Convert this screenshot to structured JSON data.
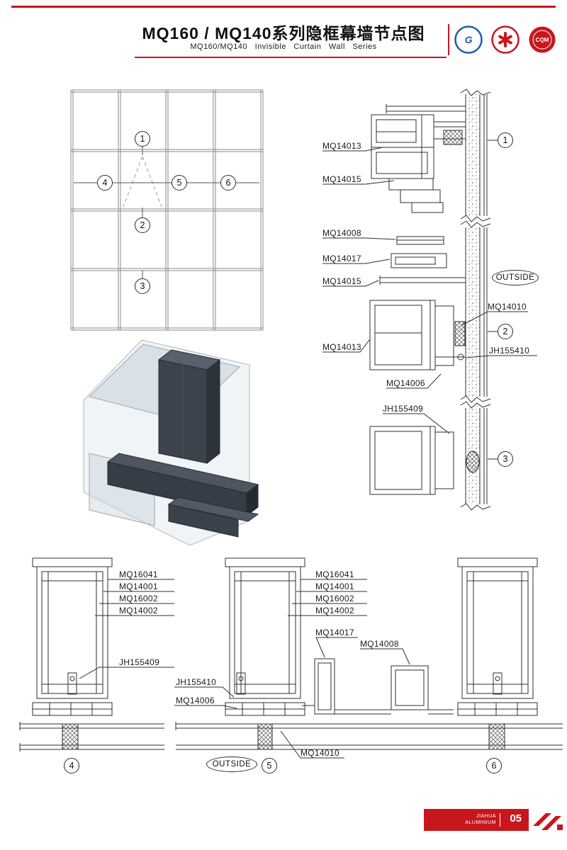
{
  "header": {
    "title": "MQ160 / MQ140系列隐框幕墙节点图",
    "subtitle": "MQ160/MQ140 Invisible Curtain Wall Series",
    "logos": {
      "gg": "G",
      "cqm": "CQM"
    }
  },
  "elevation": {
    "callouts": [
      "1",
      "2",
      "3",
      "4",
      "5",
      "6"
    ]
  },
  "top_details": {
    "labels": {
      "mq14013_a": "MQ14013",
      "mq14015_a": "MQ14015",
      "mq14008": "MQ14008",
      "mq14017": "MQ14017",
      "mq14015_b": "MQ14015",
      "mq14013_b": "MQ14013",
      "mq14010": "MQ14010",
      "jh155410": "JH155410",
      "mq14006": "MQ14006",
      "jh155409": "JH155409"
    },
    "outside": "OUTSIDE",
    "callouts": [
      "1",
      "2",
      "3"
    ]
  },
  "bottom_details": {
    "d4": {
      "stack": [
        "MQ16041",
        "MQ14001",
        "MQ16002",
        "MQ14002"
      ],
      "jh155409": "JH155409",
      "callout": "4"
    },
    "d5": {
      "stack": [
        "MQ16041",
        "MQ14001",
        "MQ16002",
        "MQ14002"
      ],
      "mq14017": "MQ14017",
      "mq14008": "MQ14008",
      "jh155410": "JH155410",
      "mq14006": "MQ14006",
      "mq14010": "MQ14010",
      "outside": "OUTSIDE",
      "callout": "5"
    },
    "d6": {
      "callout": "6"
    }
  },
  "footer": {
    "brand_line1": "JIAHUA",
    "brand_line2": "ALUMINIUM",
    "page_number": "05"
  },
  "colors": {
    "accent_red": "#C8161D",
    "line_dark": "#2F2F2F",
    "logo_blue": "#1C5FA8"
  }
}
